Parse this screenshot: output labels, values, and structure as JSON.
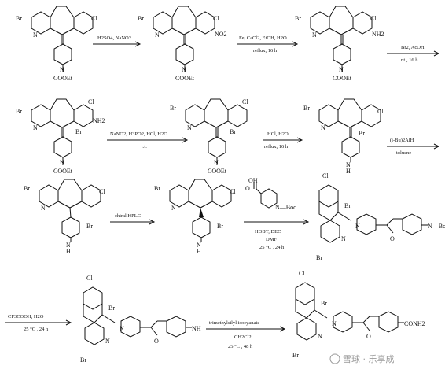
{
  "steps": [
    {
      "conditions": [
        "H2SO4, NaNO3"
      ]
    },
    {
      "conditions": [
        "Fe, CaCl2, EtOH, H2O",
        "reflux, 16 h"
      ]
    },
    {
      "conditions": [
        "Br2, AcOH",
        "r.t., 16 h"
      ]
    },
    {
      "conditions": [
        "NaNO2, H3PO2, HCl, H2O",
        "r.t."
      ]
    },
    {
      "conditions": [
        "HCl, H2O",
        "reflux, 16 h"
      ]
    },
    {
      "conditions": [
        "(i-Bu)2AlH",
        "toluene"
      ]
    },
    {
      "conditions": [
        "chiral HPLC"
      ]
    },
    {
      "conditions": [
        "HOBT, DEC",
        "DMF",
        "25 °C , 24 h"
      ]
    },
    {
      "conditions": [
        "CF3COOH, H2O",
        "25 °C , 24 h"
      ]
    },
    {
      "conditions": [
        "trimethylsilyl isocyanate",
        "CH2Cl2",
        "25 °C , 48 h"
      ]
    }
  ],
  "labels": {
    "br": "Br",
    "cl": "Cl",
    "n": "N",
    "no2": "NO2",
    "nh2": "NH2",
    "nh": "NH",
    "coet": "COOEt",
    "h": "H",
    "boc": "Boc",
    "oh": "OH",
    "o": "O",
    "conh2": "CONH2",
    "reagent_acid": "N—Boc"
  },
  "watermark": "雪球 · 乐享成"
}
